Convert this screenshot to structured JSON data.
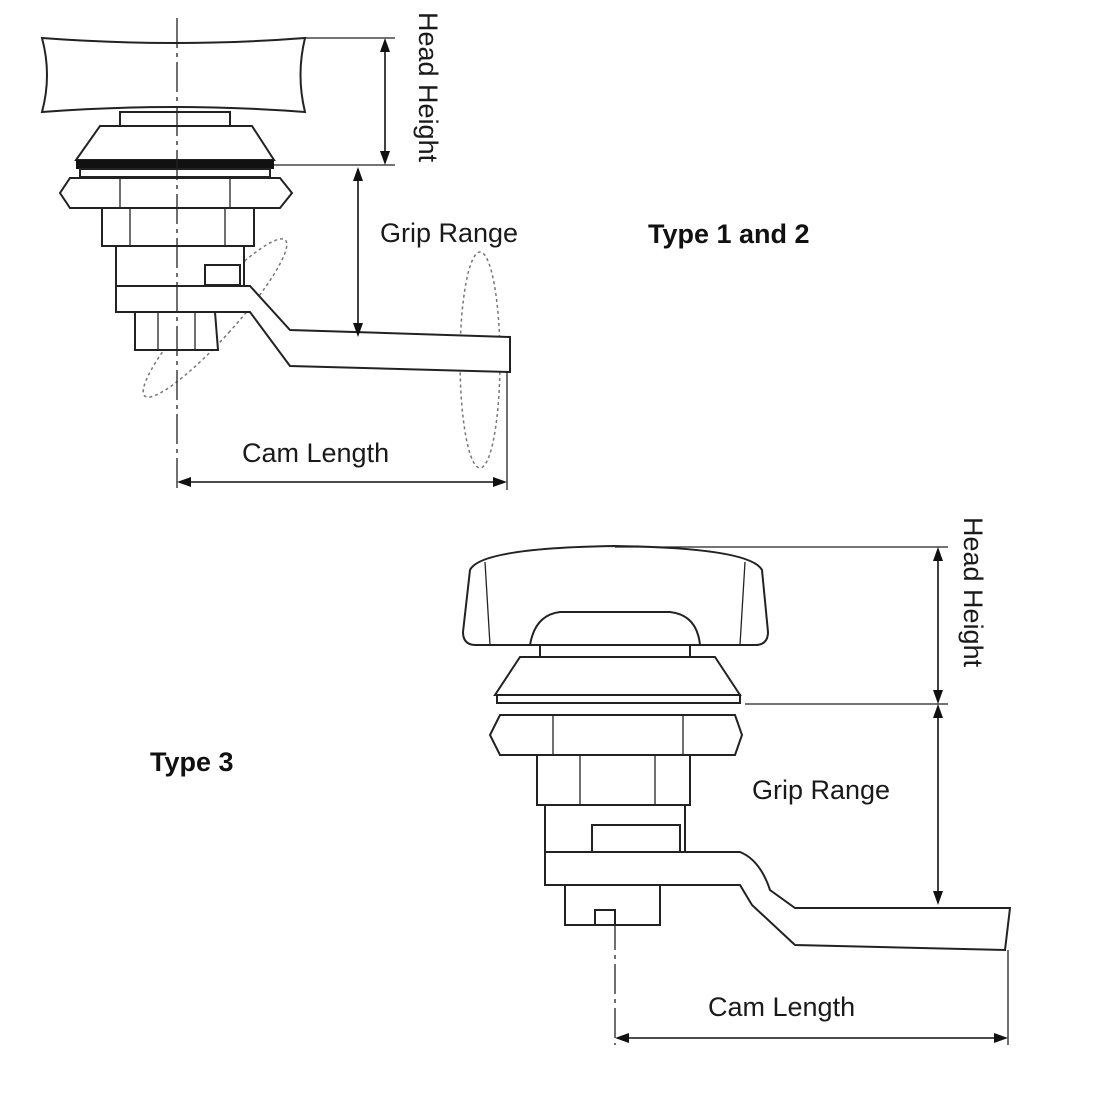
{
  "diagram_1": {
    "type_label": "Type 1 and 2",
    "head_height_label": "Head Height",
    "grip_range_label": "Grip Range",
    "cam_length_label": "Cam Length"
  },
  "diagram_2": {
    "type_label": "Type 3",
    "head_height_label": "Head Height",
    "grip_range_label": "Grip Range",
    "cam_length_label": "Cam Length"
  },
  "colors": {
    "line": "#222222",
    "background": "#ffffff"
  }
}
